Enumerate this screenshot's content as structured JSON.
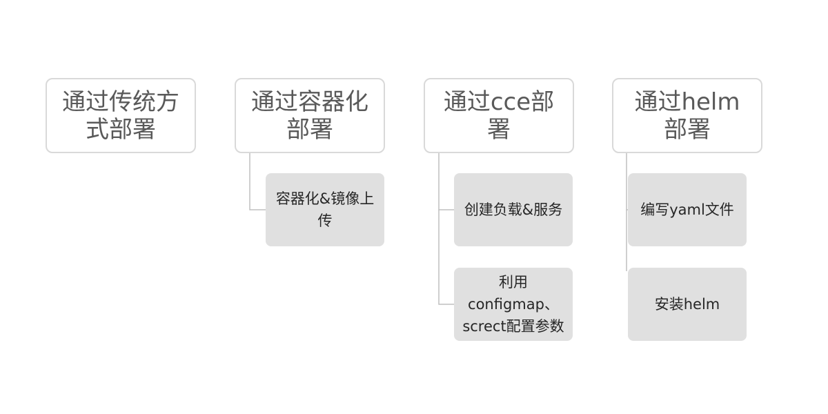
{
  "colors": {
    "top_border": "#d9d9d9",
    "top_text": "#595959",
    "sub_fill": "#e0e0e0",
    "sub_text": "#262626",
    "connector": "#bfbfbf"
  },
  "columns": [
    {
      "title": "通过传统方式部署",
      "children": []
    },
    {
      "title": "通过容器化部署",
      "children": [
        {
          "label": "容器化&镜像上传"
        }
      ]
    },
    {
      "title": "通过cce部署",
      "children": [
        {
          "label": "创建负载&服务"
        },
        {
          "label": "利用configmap、screct配置参数"
        }
      ]
    },
    {
      "title": "通过helm部署",
      "children": [
        {
          "label": "编写yaml文件"
        },
        {
          "label": "安装helm"
        }
      ]
    }
  ]
}
